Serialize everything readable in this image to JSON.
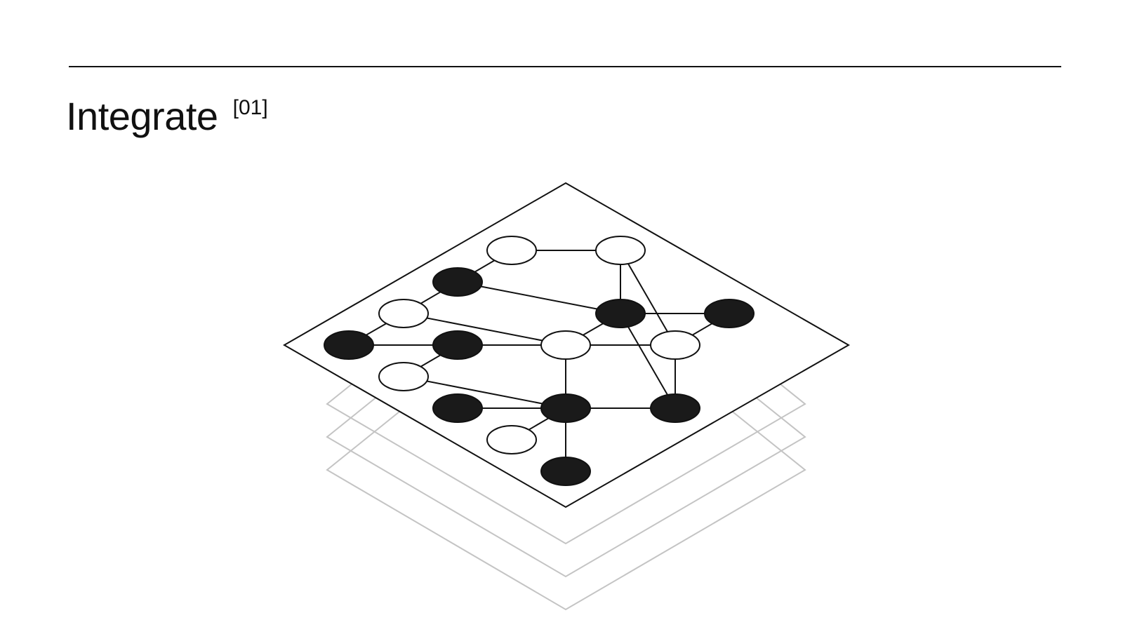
{
  "header": {
    "title": "Integrate",
    "index_label": "[01]"
  },
  "diagram": {
    "layer_count": 4,
    "colors": {
      "line": "#111111",
      "node_filled": "#1a1a1a",
      "node_empty": "#ffffff",
      "back_layer": "#c4c4c4",
      "background": "#ffffff"
    },
    "nodes": [
      {
        "id": "n1",
        "filled": false
      },
      {
        "id": "n2",
        "filled": false
      },
      {
        "id": "n3",
        "filled": true
      },
      {
        "id": "n4",
        "filled": false
      },
      {
        "id": "n5",
        "filled": true
      },
      {
        "id": "n6",
        "filled": true
      },
      {
        "id": "n7",
        "filled": true
      },
      {
        "id": "n8",
        "filled": true
      },
      {
        "id": "n9",
        "filled": false
      },
      {
        "id": "n10",
        "filled": false
      },
      {
        "id": "n11",
        "filled": false
      },
      {
        "id": "n12",
        "filled": true
      },
      {
        "id": "n13",
        "filled": true
      },
      {
        "id": "n14",
        "filled": true
      },
      {
        "id": "n15",
        "filled": false
      },
      {
        "id": "n16",
        "filled": true
      }
    ],
    "edges": [
      [
        "n1",
        "n2"
      ],
      [
        "n1",
        "n3"
      ],
      [
        "n3",
        "n4"
      ],
      [
        "n3",
        "n5"
      ],
      [
        "n2",
        "n5"
      ],
      [
        "n2",
        "n11"
      ],
      [
        "n5",
        "n6"
      ],
      [
        "n6",
        "n11"
      ],
      [
        "n4",
        "n7"
      ],
      [
        "n4",
        "n10"
      ],
      [
        "n7",
        "n8"
      ],
      [
        "n8",
        "n9"
      ],
      [
        "n8",
        "n10"
      ],
      [
        "n10",
        "n5"
      ],
      [
        "n10",
        "n11"
      ],
      [
        "n10",
        "n13"
      ],
      [
        "n9",
        "n13"
      ],
      [
        "n5",
        "n14"
      ],
      [
        "n11",
        "n14"
      ],
      [
        "n12",
        "n13"
      ],
      [
        "n13",
        "n14"
      ],
      [
        "n13",
        "n15"
      ],
      [
        "n13",
        "n16"
      ]
    ]
  }
}
